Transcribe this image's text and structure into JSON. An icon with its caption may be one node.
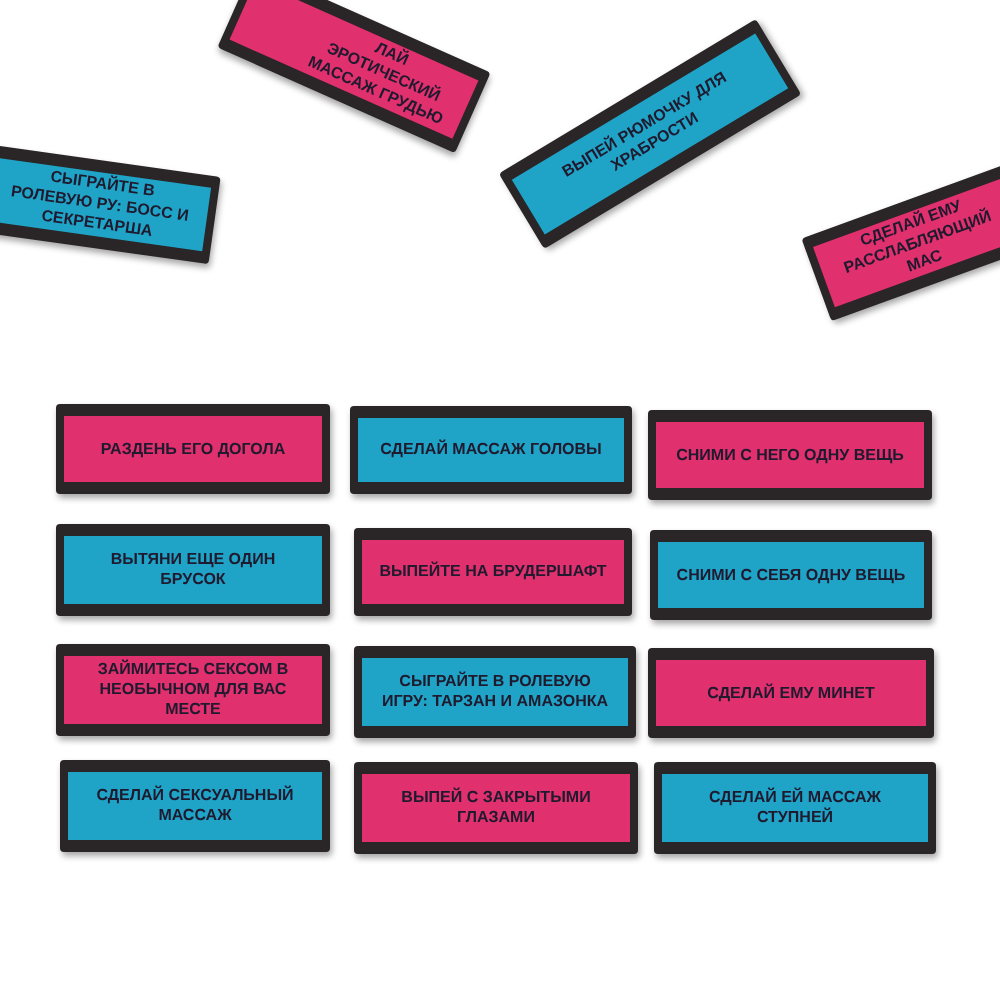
{
  "diagram": {
    "nodes": [
      {
        "text": [
          "ЛАЙ ЭРОТИЧЕСКИЙ МАССАЖ ГРУДЬЮ"
        ]
      },
      {
        "text": [
          "СЫГРАЙТЕ В РОЛЕВУЮ РУ: БОСС И СЕКРЕТАРША"
        ]
      },
      {
        "text": [
          "ВЫПЕЙ РЮМОЧКУ ДЛЯ ХРАБРОСТИ"
        ]
      },
      {
        "text": [
          "СДЕЛАЙ ЕМУ РАССЛАБЛЯЮЩИЙ МАС"
        ]
      },
      {
        "text": [
          "РАЗДЕНЬ ЕГО ДОГОЛА"
        ]
      },
      {
        "text": [
          "СДЕЛАЙ МАССАЖ ГОЛОВЫ"
        ]
      },
      {
        "text": [
          "СНИМИ С НЕГО ОДНУ ВЕЩЬ"
        ]
      },
      {
        "text": [
          "ВЫТЯНИ ЕЩЕ ОДИН БРУСОК"
        ]
      },
      {
        "text": [
          "ВЫПЕЙТЕ НА БРУДЕРШАФТ"
        ]
      },
      {
        "text": [
          "СНИМИ С СЕБЯ ОДНУ ВЕЩЬ"
        ]
      },
      {
        "text": [
          "ЗАЙМИТЕСЬ СЕКСОМ В НЕОБЫЧНОМ ДЛЯ ВАС МЕСТЕ"
        ]
      },
      {
        "text": [
          "СЫГРАЙТЕ В РОЛЕВУЮ ИГРУ: ТАРЗАН И АМАЗОНКА"
        ]
      },
      {
        "text": [
          "СДЕЛАЙ ЕМУ МИНЕТ"
        ]
      },
      {
        "text": [
          "СДЕЛАЙ СЕКСУАЛЬНЫЙ МАССАЖ"
        ]
      },
      {
        "text": [
          "ВЫПЕЙ С ЗАКРЫТЫМИ ГЛАЗАМИ"
        ]
      },
      {
        "text": [
          "СДЕЛАЙ ЕЙ МАССАЖ СТУПНЕЙ"
        ]
      }
    ]
  }
}
